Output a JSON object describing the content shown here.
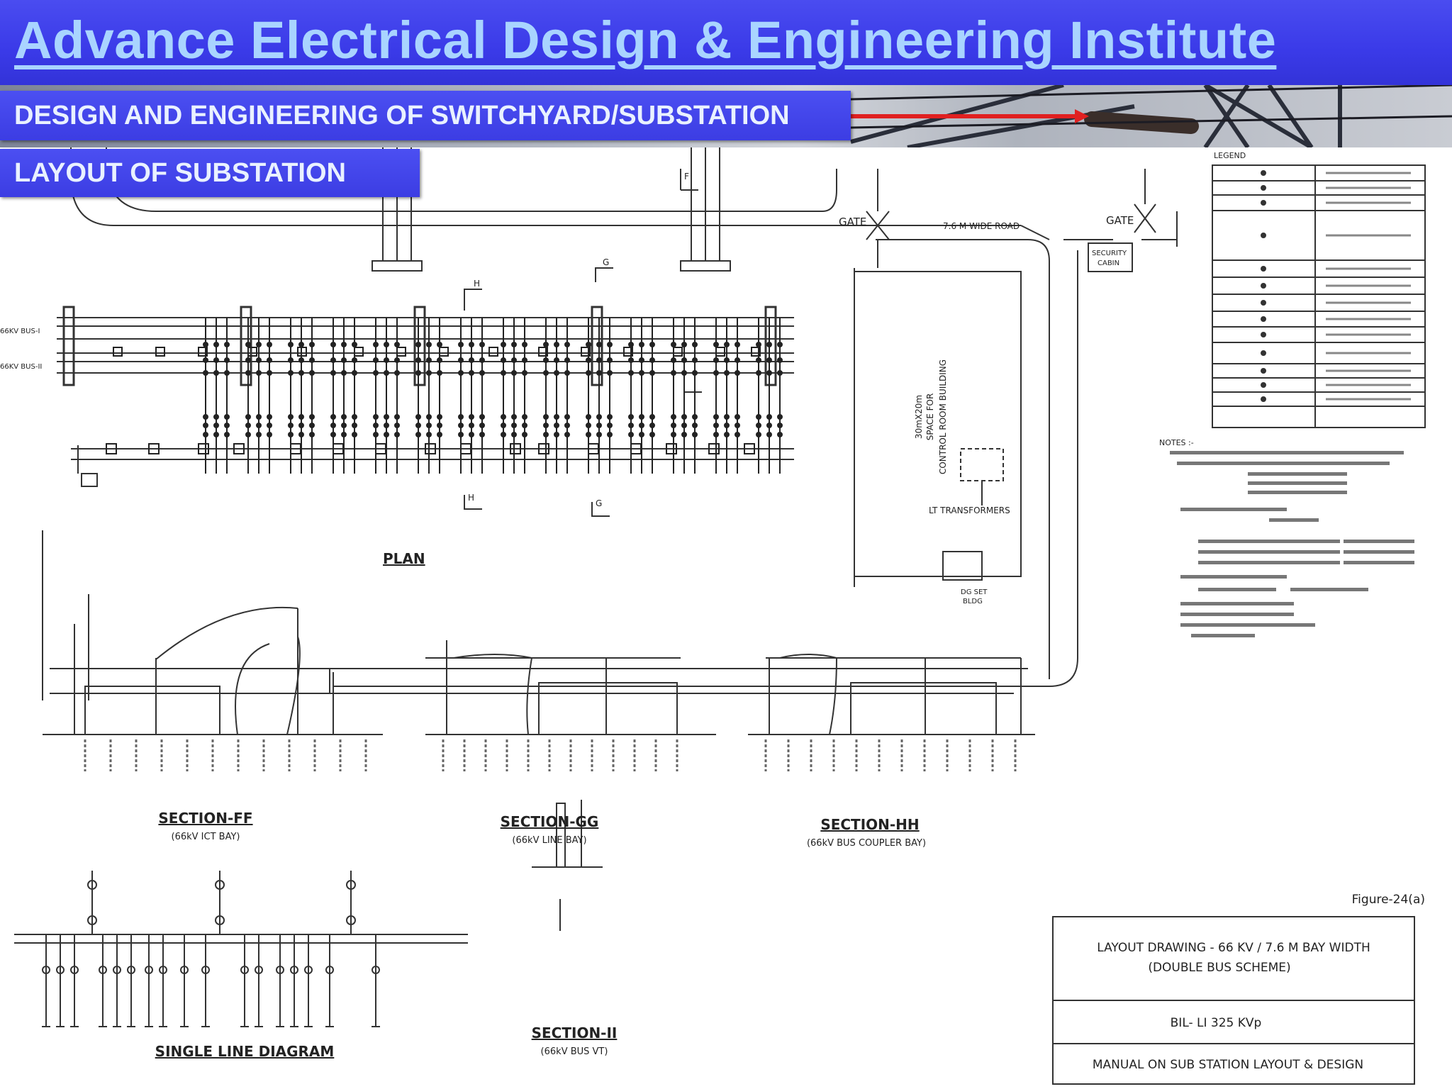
{
  "header": {
    "title": "Advance Electrical Design & Engineering Institute",
    "subtitle": "DESIGN AND ENGINEERING OF SWITCHYARD/SUBSTATION",
    "section": "LAYOUT OF SUBSTATION"
  },
  "plan": {
    "gate_left": "GATE",
    "gate_right": "GATE",
    "road_top": "7.6 M WIDE ROAD",
    "security_cabin": [
      "SECURITY",
      "CABIN"
    ],
    "control_building": [
      "30mX20m",
      "SPACE FOR",
      "CONTROL ROOM BUILDING"
    ],
    "lt_transformers": "LT TRANSFORMERS",
    "dg_set": [
      "DG SET",
      "BLDG"
    ],
    "bus_1": "66KV BUS-I",
    "bus_2": "66KV BUS-II",
    "plan_label": "PLAN",
    "markers": [
      "F",
      "H",
      "G",
      "H",
      "G"
    ]
  },
  "legend": {
    "title": "LEGEND"
  },
  "notes": {
    "title": "NOTES :-"
  },
  "sections": [
    {
      "title": "SECTION-FF",
      "subtitle": "(66kV ICT BAY)"
    },
    {
      "title": "SECTION-GG",
      "subtitle": "(66kV LINE BAY)"
    },
    {
      "title": "SECTION-HH",
      "subtitle": "(66kV BUS COUPLER BAY)"
    },
    {
      "title": "SECTION-II",
      "subtitle": "(66kV BUS VT)"
    }
  ],
  "sld": {
    "title": "SINGLE LINE DIAGRAM"
  },
  "figure_label": "Figure-24(a)",
  "title_block": {
    "line1": "LAYOUT DRAWING - 66 KV / 7.6 M BAY WIDTH",
    "line2": "(DOUBLE BUS SCHEME)",
    "bil": "BIL- LI 325 KVp",
    "manual": "MANUAL ON SUB STATION LAYOUT & DESIGN"
  },
  "colors": {
    "title_band": "#3a3ae8",
    "title_text": "#a9d4ff",
    "banner": "#4447ea",
    "banner_text": "#e9f1ff",
    "arrow": "#e02020"
  }
}
